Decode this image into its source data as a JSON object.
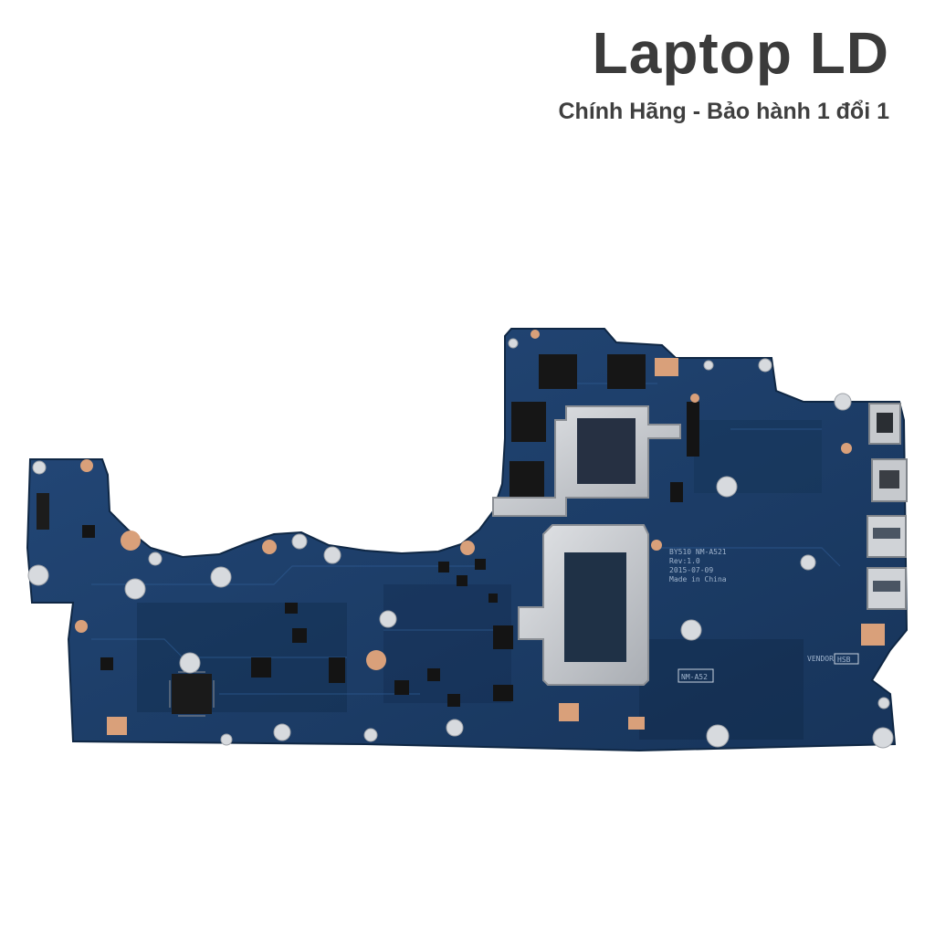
{
  "header": {
    "brand_title": "Laptop LD",
    "brand_subtitle": "Chính Hãng - Bảo hành 1 đổi 1"
  },
  "board": {
    "silkscreen_model": "BY510 NM-A521",
    "silkscreen_rev": "Rev:1.0",
    "silkscreen_date": "2015-07-09",
    "silkscreen_origin": "Made in China",
    "silkscreen_short": "NM-A52",
    "silkscreen_vendor": "VENDOR",
    "silkscreen_vendor_code": "HSB",
    "colors": {
      "pcb": "#1e3f6b",
      "pcb_dark": "#15304f",
      "shield": "#c9ccd0",
      "pad": "#d9a07a",
      "hole": "#d7dade"
    }
  }
}
